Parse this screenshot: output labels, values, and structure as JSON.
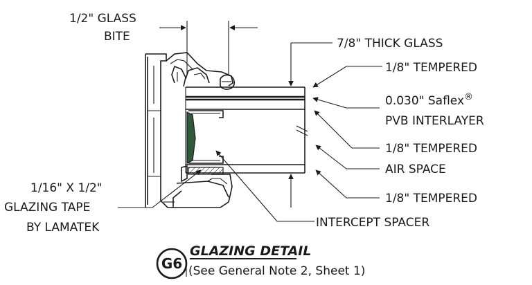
{
  "labels": {
    "glass_bite_line1": "1/2\" GLASS",
    "glass_bite_line2": "BITE",
    "thick_glass": "7/8\" THICK GLASS",
    "tempered_top": "1/8\" TEMPERED",
    "saflex_line1": "0.030\" Saflex",
    "saflex_reg": "®",
    "saflex_line2": "PVB INTERLAYER",
    "tempered_mid": "1/8\" TEMPERED",
    "air_space": "AIR SPACE",
    "tempered_bottom": "1/8\" TEMPERED",
    "tape_line1": "1/16\" X 1/2\"",
    "tape_line2": "GLAZING TAPE",
    "tape_line3": "BY LAMATEK",
    "intercept_spacer": "INTERCEPT SPACER"
  },
  "detail": {
    "badge": "G6",
    "title": "GLAZING DETAIL",
    "subtitle": "(See General Note 2, Sheet 1)"
  },
  "colors": {
    "ink": "#1a1a1a",
    "glazing_bead": "#2f5a3a"
  }
}
